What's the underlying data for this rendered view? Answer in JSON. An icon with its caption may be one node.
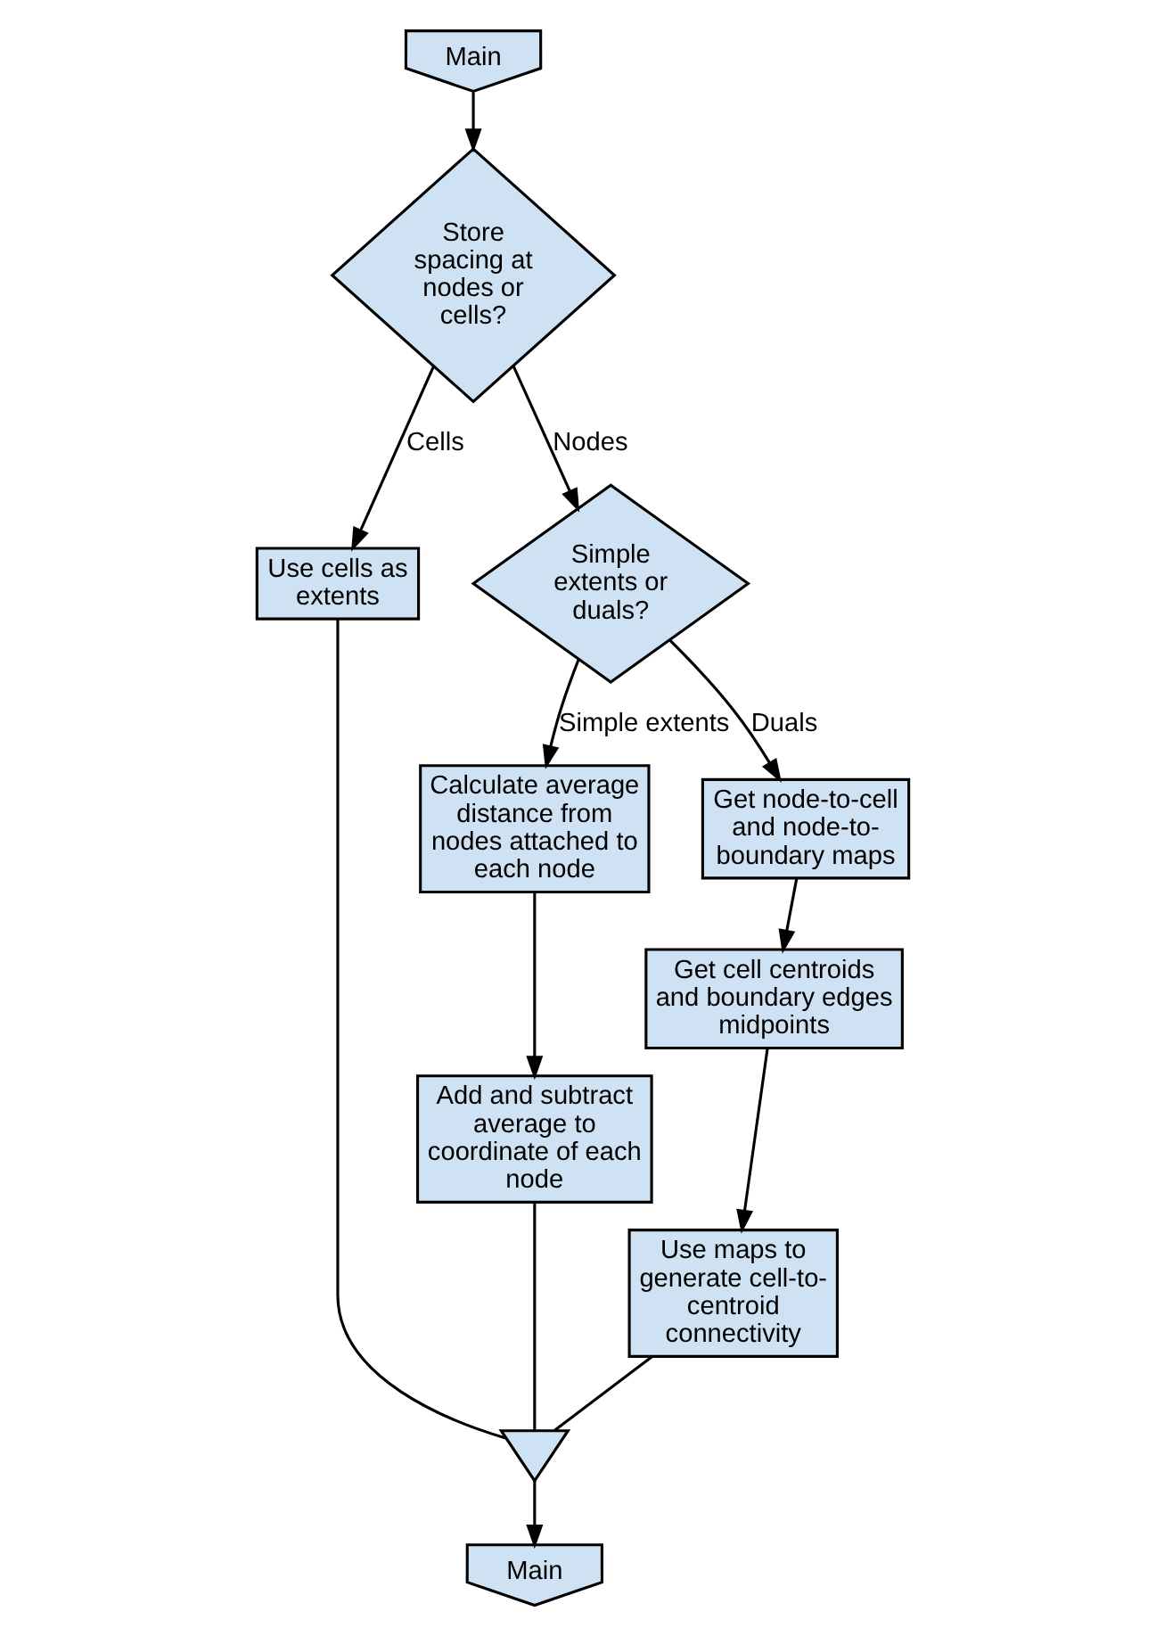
{
  "diagram": {
    "nodes": [
      {
        "text": [
          "Main"
        ]
      },
      {
        "text": [
          "Store spacing at nodes or cells?"
        ]
      },
      {
        "text": [
          "Use cells as extents"
        ]
      },
      {
        "text": [
          "Simple extents or duals?"
        ]
      },
      {
        "text": [
          "Calculate average distance from nodes attached to each node"
        ]
      },
      {
        "text": [
          "Get node-to-cell and node-to-boundary maps"
        ]
      },
      {
        "text": [
          "Add and subtract average to coordinate of each node"
        ]
      },
      {
        "text": [
          "Get cell centroids and boundary edges midpoints"
        ]
      },
      {
        "text": [
          "Use maps to generate cell-to-centroid connectivity"
        ]
      },
      {
        "text": [],
        "shape": "triangle"
      },
      {
        "text": [
          "Main"
        ]
      }
    ],
    "edges": [
      {
        "from": 0,
        "to": 1,
        "arrow": "to"
      },
      {
        "from": 1,
        "to": 2,
        "arrow": "to",
        "label": "Cells"
      },
      {
        "from": 1,
        "to": 3,
        "arrow": "to",
        "label": "Nodes"
      },
      {
        "from": 3,
        "to": 4,
        "arrow": "to",
        "label": "Simple extents"
      },
      {
        "from": 3,
        "to": 5,
        "arrow": "to",
        "label": "Duals"
      },
      {
        "from": 4,
        "to": 6,
        "arrow": "to"
      },
      {
        "from": 5,
        "to": 7,
        "arrow": "to"
      },
      {
        "from": 7,
        "to": 8,
        "arrow": "to"
      },
      {
        "from": 2,
        "to": 9,
        "arrow": "none"
      },
      {
        "from": 6,
        "to": 9,
        "arrow": "none"
      },
      {
        "from": 8,
        "to": 9,
        "arrow": "none"
      },
      {
        "from": 9,
        "to": 10,
        "arrow": "to"
      }
    ]
  }
}
